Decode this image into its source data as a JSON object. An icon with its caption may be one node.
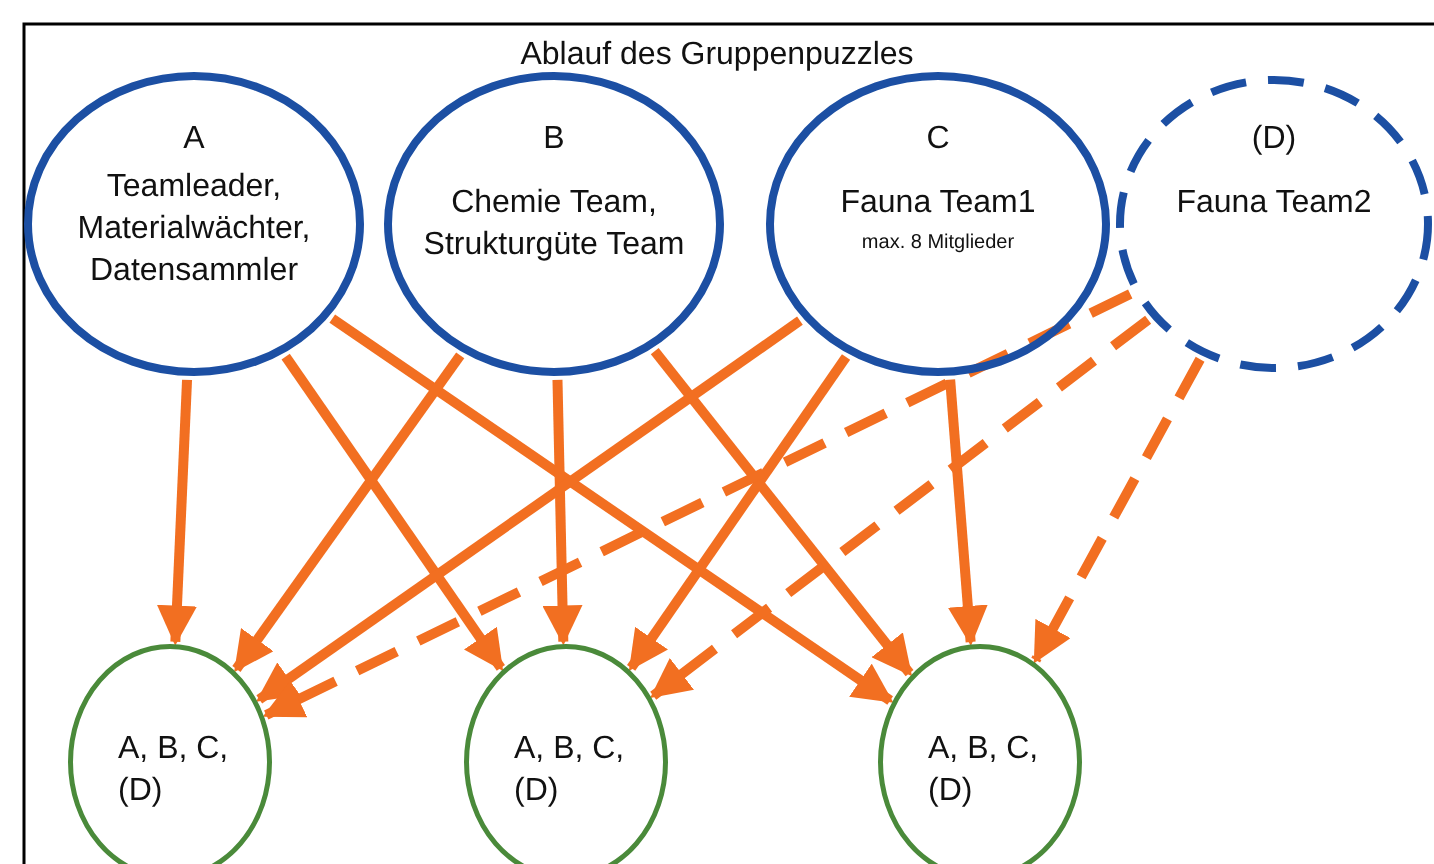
{
  "diagram": {
    "title": "Ablauf des Gruppenpuzzles",
    "nodes": [
      {
        "text": [
          "A",
          "Teamleader, Materialwächter, Datensammler"
        ]
      },
      {
        "text": [
          "B",
          "Chemie Team, Strukturgüte Team"
        ]
      },
      {
        "text": [
          "C",
          "Fauna Team1",
          "max. 8 Mitglieder"
        ]
      },
      {
        "text": [
          "(D)",
          "Fauna Team2"
        ]
      },
      {
        "text": [
          "A, B, C, (D)"
        ]
      },
      {
        "text": [
          "A, B, C, (D)"
        ]
      },
      {
        "text": [
          "A, B, C, (D)"
        ]
      }
    ],
    "edges": [
      {
        "from": 0,
        "to": 4,
        "arrow": "to"
      },
      {
        "from": 0,
        "to": 5,
        "arrow": "to"
      },
      {
        "from": 0,
        "to": 6,
        "arrow": "to"
      },
      {
        "from": 1,
        "to": 4,
        "arrow": "to"
      },
      {
        "from": 1,
        "to": 5,
        "arrow": "to"
      },
      {
        "from": 1,
        "to": 6,
        "arrow": "to"
      },
      {
        "from": 2,
        "to": 4,
        "arrow": "to"
      },
      {
        "from": 2,
        "to": 5,
        "arrow": "to"
      },
      {
        "from": 2,
        "to": 6,
        "arrow": "to"
      },
      {
        "from": 3,
        "to": 4,
        "arrow": "to",
        "style": "dashed"
      },
      {
        "from": 3,
        "to": 5,
        "arrow": "to",
        "style": "dashed"
      },
      {
        "from": 3,
        "to": 6,
        "arrow": "to",
        "style": "dashed"
      }
    ]
  }
}
